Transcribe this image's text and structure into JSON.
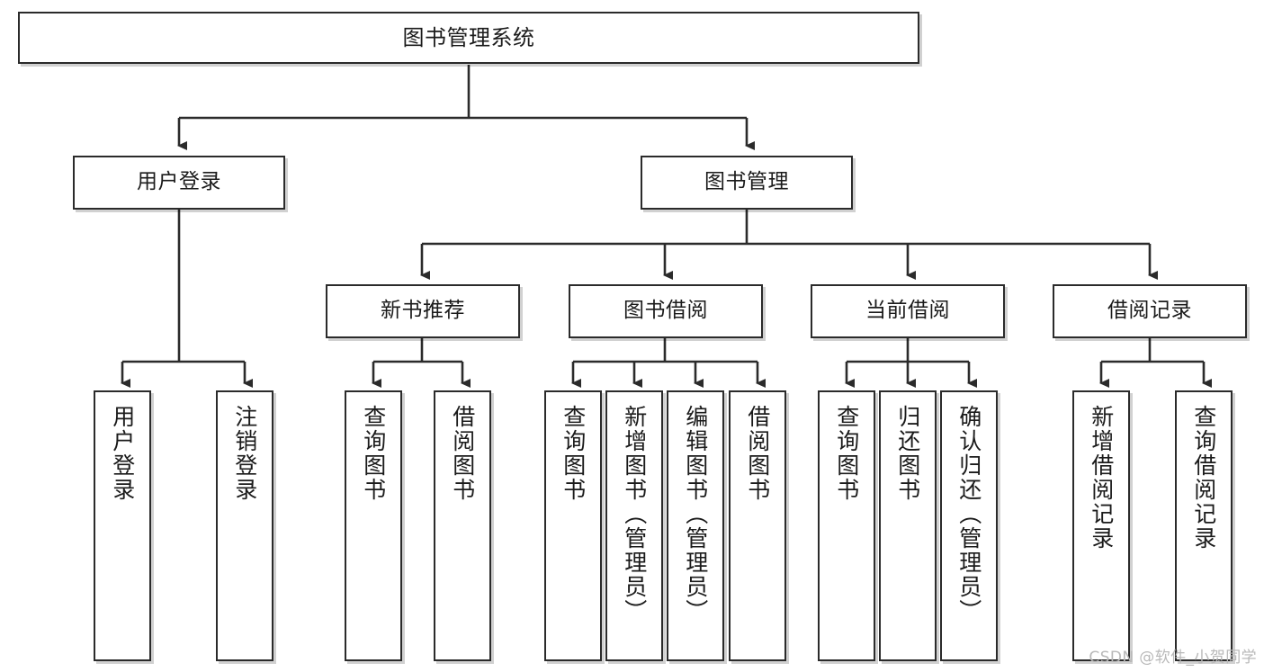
{
  "diagram": {
    "type": "tree-hierarchy-chart",
    "title": "图书管理系统",
    "orientation": "top-down",
    "line_color": "#2b2b2b",
    "box_fill": "#ffffff",
    "box_border": "#2b2b2b"
  },
  "nodes": {
    "root": {
      "label": "图书管理系统",
      "level": 1
    },
    "level2": [
      {
        "id": "user-login",
        "label": "用户登录"
      },
      {
        "id": "book-manage",
        "label": "图书管理"
      }
    ],
    "level3": [
      {
        "id": "new-book-recommend",
        "label": "新书推荐"
      },
      {
        "id": "book-borrow",
        "label": "图书借阅"
      },
      {
        "id": "current-borrow",
        "label": "当前借阅"
      },
      {
        "id": "borrow-record",
        "label": "借阅记录"
      }
    ],
    "leaves": {
      "user-login": [
        {
          "id": "leaf-user-login",
          "label": "用户登录"
        },
        {
          "id": "leaf-logout",
          "label": "注销登录"
        }
      ],
      "new-book-recommend": [
        {
          "id": "leaf-query-book-1",
          "label": "查询图书"
        },
        {
          "id": "leaf-borrow-book-1",
          "label": "借阅图书"
        }
      ],
      "book-borrow": [
        {
          "id": "leaf-query-book-2",
          "label": "查询图书"
        },
        {
          "id": "leaf-add-book",
          "label": "新增图书（管理员）"
        },
        {
          "id": "leaf-edit-book",
          "label": "编辑图书（管理员）"
        },
        {
          "id": "leaf-borrow-book-2",
          "label": "借阅图书"
        }
      ],
      "current-borrow": [
        {
          "id": "leaf-query-book-3",
          "label": "查询图书"
        },
        {
          "id": "leaf-return-book",
          "label": "归还图书"
        },
        {
          "id": "leaf-confirm-return",
          "label": "确认归还（管理员）"
        }
      ],
      "borrow-record": [
        {
          "id": "leaf-add-record",
          "label": "新增借阅记录"
        },
        {
          "id": "leaf-query-record",
          "label": "查询借阅记录"
        }
      ]
    }
  },
  "watermark": {
    "text": "CSDN @软件_小贺同学"
  }
}
